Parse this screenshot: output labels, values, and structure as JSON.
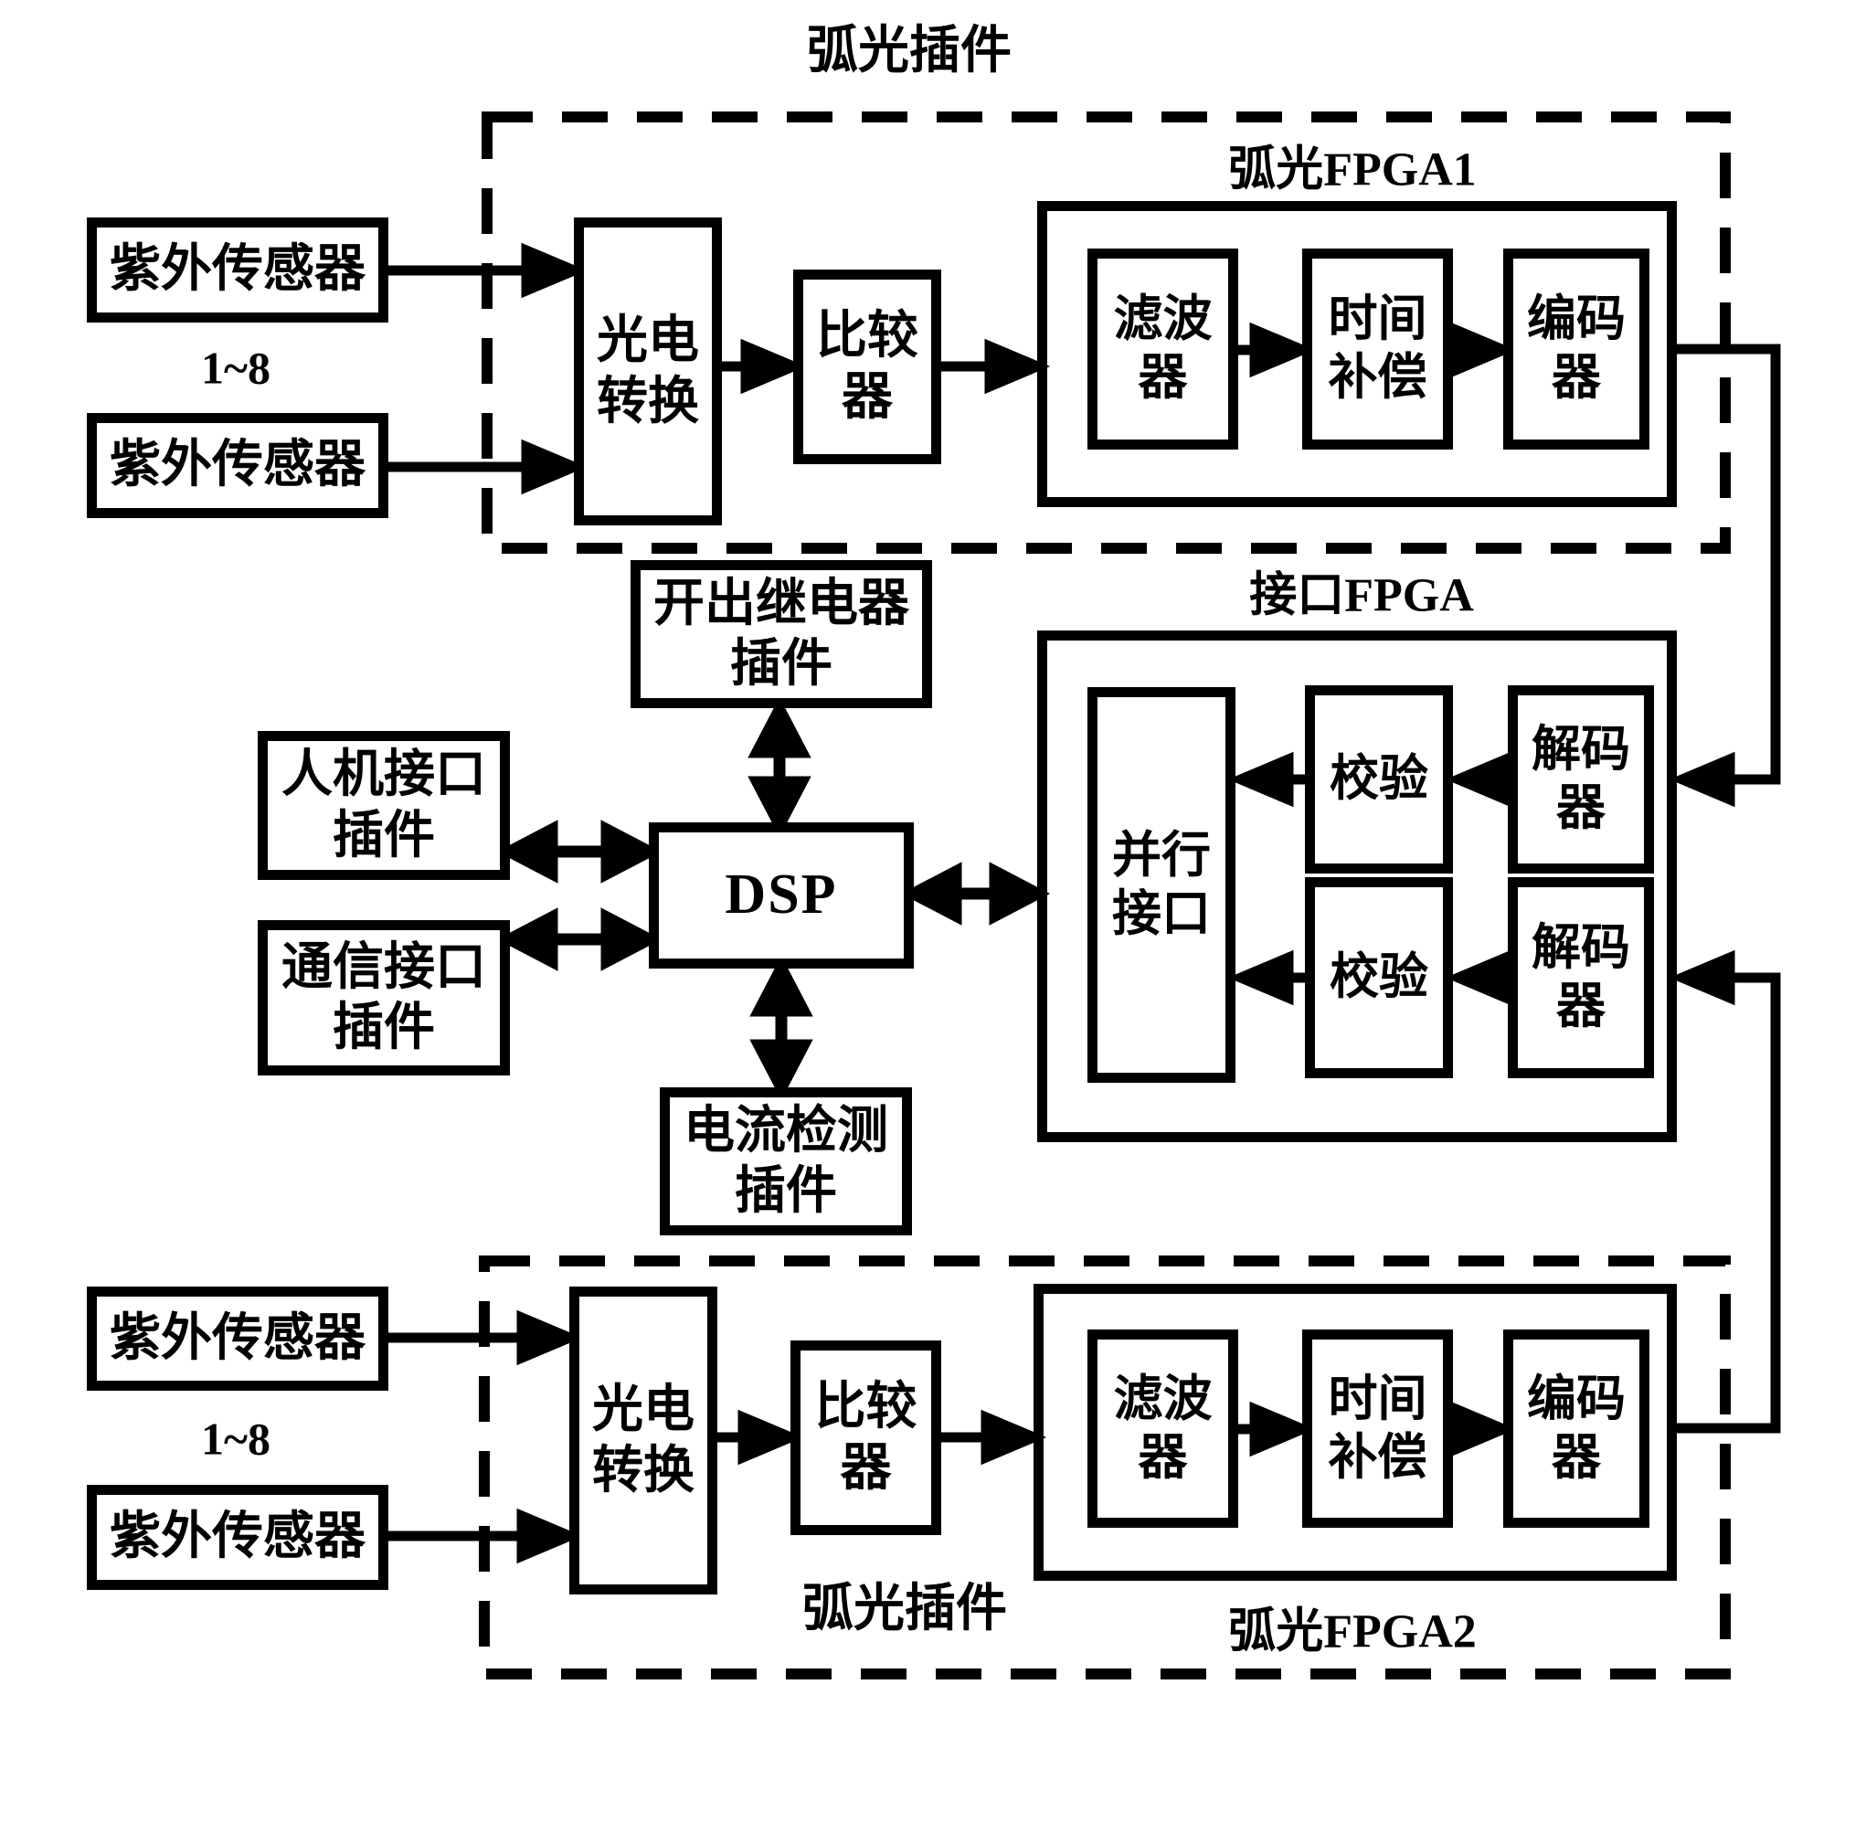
{
  "colors": {
    "ink": "#000000",
    "background": "#ffffff"
  },
  "top_plugin": {
    "label": "弧光插件",
    "sensor1": "紫外传感器",
    "range": "1~8",
    "sensor2": "紫外传感器",
    "photoelectric": "光电\n转换",
    "comparator": "比较\n器",
    "fpga_label": "弧光FPGA1",
    "filter": "滤波\n器",
    "time_compensation": "时间\n补偿",
    "encoder": "编码\n器"
  },
  "core": {
    "relay_plugin": "开出继电器\n插件",
    "hmi_plugin": "人机接口\n插件",
    "comm_plugin": "通信接口\n插件",
    "dsp": "DSP",
    "current_plugin": "电流检测\n插件"
  },
  "interface_fpga": {
    "label": "接口FPGA",
    "parallel_port": "并行\n接口",
    "check1": "校验",
    "check2": "校验",
    "decoder1": "解码\n器",
    "decoder2": "解码\n器"
  },
  "bottom_plugin": {
    "label": "弧光插件",
    "sensor1": "紫外传感器",
    "range": "1~8",
    "sensor2": "紫外传感器",
    "photoelectric": "光电\n转换",
    "comparator": "比较\n器",
    "fpga_label": "弧光FPGA2",
    "filter": "滤波\n器",
    "time_compensation": "时间\n补偿",
    "encoder": "编码\n器"
  }
}
